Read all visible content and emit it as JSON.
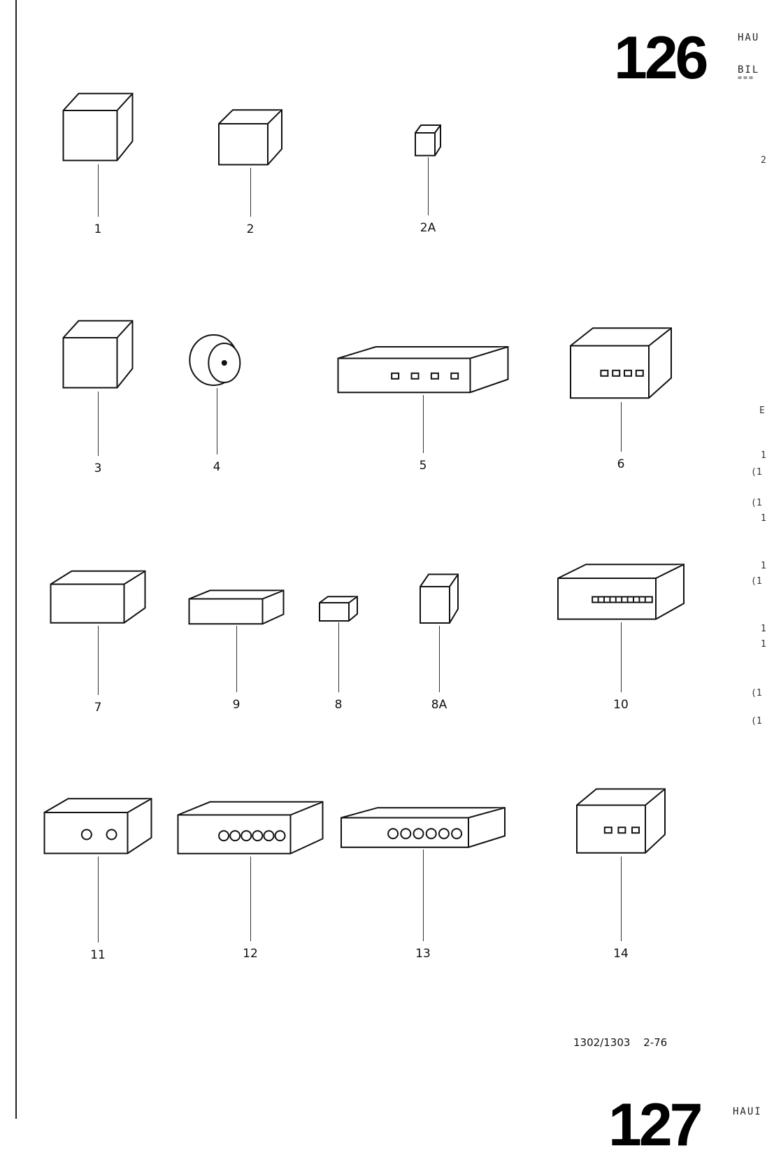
{
  "header": {
    "page_number": "126",
    "heading_line_1": "HAU",
    "heading_line_2": "BIL",
    "underline": "==="
  },
  "next_page": {
    "page_number": "127",
    "heading": "HAUI"
  },
  "margin_fragments": [
    "2",
    "E",
    "1",
    "(1",
    "(1",
    "1",
    "1",
    "(1",
    "1",
    "1",
    "(1",
    "(1"
  ],
  "parts": [
    {
      "label": "1",
      "shape": "relay-connector"
    },
    {
      "label": "2",
      "shape": "plug-housing"
    },
    {
      "label": "2A",
      "shape": "small-socket"
    },
    {
      "label": "3",
      "shape": "angled-connector"
    },
    {
      "label": "4",
      "shape": "round-connector"
    },
    {
      "label": "5",
      "shape": "flat-frame-connector"
    },
    {
      "label": "6",
      "shape": "multi-pin-connector"
    },
    {
      "label": "7",
      "shape": "single-housing"
    },
    {
      "label": "9",
      "shape": "single-housing-latch"
    },
    {
      "label": "8",
      "shape": "mini-socket"
    },
    {
      "label": "8A",
      "shape": "relay-socket"
    },
    {
      "label": "10",
      "shape": "strip-connector"
    },
    {
      "label": "11",
      "shape": "two-pin-housing"
    },
    {
      "label": "12",
      "shape": "six-pin-housing"
    },
    {
      "label": "13",
      "shape": "six-pin-flat-housing"
    },
    {
      "label": "14",
      "shape": "block-connector"
    }
  ],
  "footer": {
    "model": "1302/1303",
    "date": "2-76"
  }
}
